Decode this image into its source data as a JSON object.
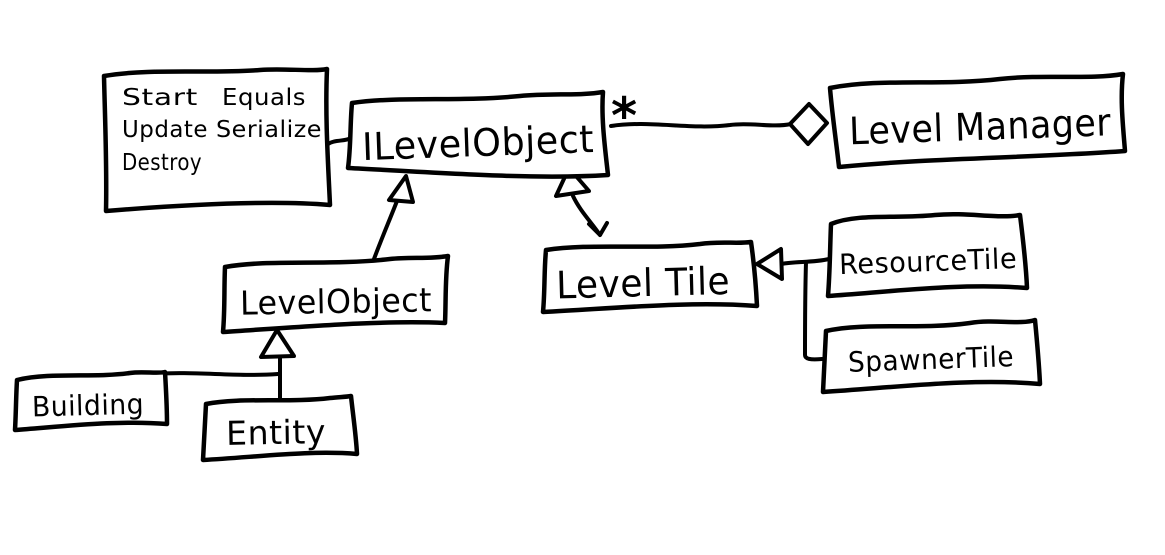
{
  "diagram": {
    "kind": "hand-drawn UML class diagram",
    "background_color": "#ffffff",
    "ink_color": "#000000",
    "nodes": {
      "interface_note": {
        "column1": [
          "Start",
          "Update",
          "Destroy"
        ],
        "column2": [
          "Equals",
          "Serialize"
        ]
      },
      "ilevel_object": {
        "label": "ILevelObject"
      },
      "level_manager": {
        "label": "Level Manager"
      },
      "level_object": {
        "label": "LevelObject"
      },
      "level_tile": {
        "label": "Level Tile"
      },
      "resource_tile": {
        "label": "ResourceTile"
      },
      "spawner_tile": {
        "label": "SpawnerTile"
      },
      "building": {
        "label": "Building"
      },
      "entity": {
        "label": "Entity"
      }
    },
    "multiplicity_star": "*",
    "edges": [
      {
        "from": "ILevelObject",
        "to": "Level Manager",
        "type": "aggregation",
        "multiplicity": "*"
      },
      {
        "from": "LevelObject",
        "to": "ILevelObject",
        "type": "realization"
      },
      {
        "from": "Level Tile",
        "to": "ILevelObject",
        "type": "realization"
      },
      {
        "from": "ResourceTile",
        "to": "Level Tile",
        "type": "inheritance"
      },
      {
        "from": "SpawnerTile",
        "to": "Level Tile",
        "type": "inheritance"
      },
      {
        "from": "Building",
        "to": "LevelObject",
        "type": "inheritance"
      },
      {
        "from": "Entity",
        "to": "LevelObject",
        "type": "inheritance"
      },
      {
        "from": "methods note (Start, Update, Destroy, Equals, Serialize)",
        "to": "ILevelObject",
        "type": "note-link"
      }
    ]
  }
}
